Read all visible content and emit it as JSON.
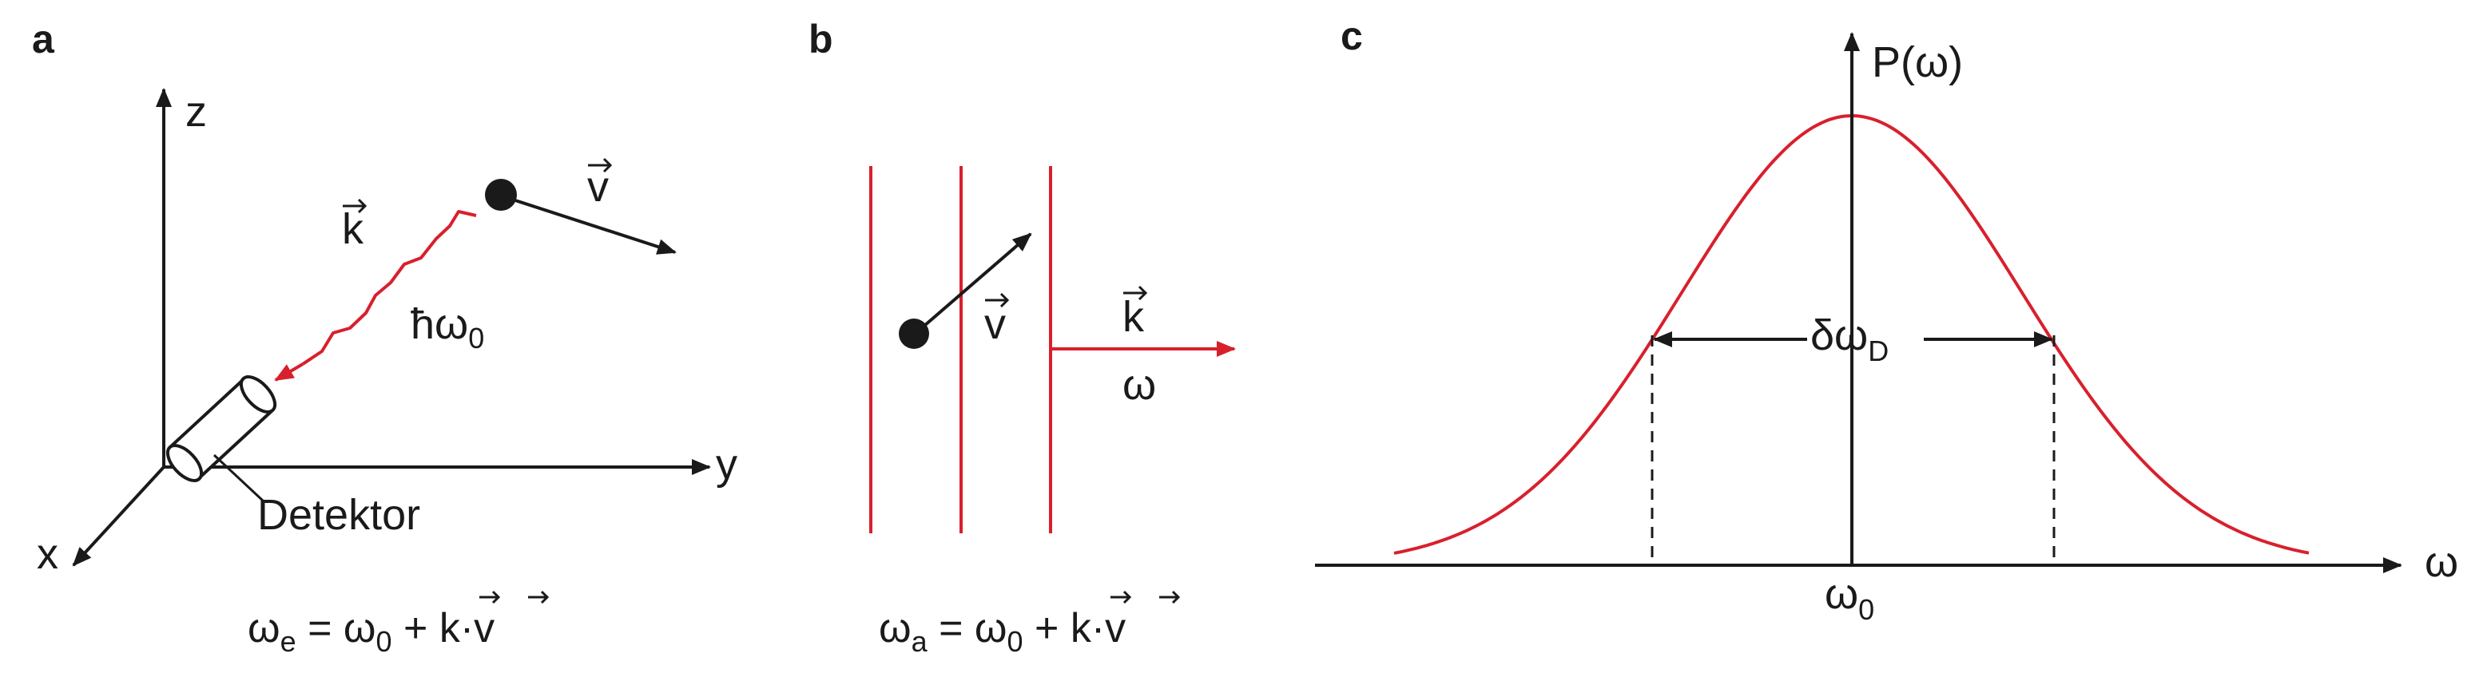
{
  "colors": {
    "ink": "#1a1a1a",
    "accent": "#d8202d"
  },
  "panel_a": {
    "letter": "a",
    "axis_z": "z",
    "axis_y": "y",
    "axis_x": "x",
    "vec_k": "k",
    "vec_v": "v",
    "photon_label": "ħω",
    "photon_sub": "0",
    "detector_label": "Detektor",
    "equation": {
      "lhs": "ω",
      "lhs_sub": "e",
      "mid": " = ω",
      "mid_sub": "0",
      "plus": " + ",
      "k": "k",
      "dot": "·",
      "v": "v"
    }
  },
  "panel_b": {
    "letter": "b",
    "vec_v": "v",
    "vec_k": "k",
    "omega": "ω",
    "equation": {
      "lhs": "ω",
      "lhs_sub": "a",
      "mid": " = ω",
      "mid_sub": "0",
      "plus": " + ",
      "k": "k",
      "dot": "·",
      "v": "v"
    }
  },
  "panel_c": {
    "letter": "c",
    "ylabel": "P(ω)",
    "xlabel": "ω",
    "center_label": "ω",
    "center_sub": "0",
    "width_label": "δω",
    "width_sub": "D"
  }
}
